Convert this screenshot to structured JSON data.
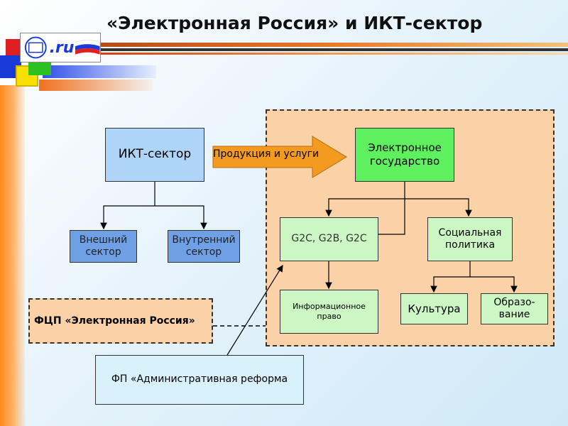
{
  "slide": {
    "title": "«Электронная Россия» и ИКТ-сектор",
    "logo_text": ".ru"
  },
  "nodes": {
    "ikt_sector": "ИКТ-сектор",
    "external_sector": "Внешний сектор",
    "internal_sector": "Внутренний сектор",
    "arrow_label": "Продукция и услуги",
    "e_government": "Электронное государство",
    "g2c": "G2C, G2B, G2C",
    "social_policy": "Социальная политика",
    "info_law": "Информационное право",
    "culture": "Культура",
    "education": "Образо-вание",
    "fcp": "ФЦП «Электронная Россия»",
    "fp": "ФП «Административная реформа"
  },
  "colors": {
    "ikt": "#aed4f8",
    "sectors": "#6fa0e6",
    "egov": "#5ef05e",
    "leaf": "#ccf7c4",
    "region": "#fbd2a8",
    "arrow": "#f49a1e",
    "fp": "#d8f1fb"
  }
}
